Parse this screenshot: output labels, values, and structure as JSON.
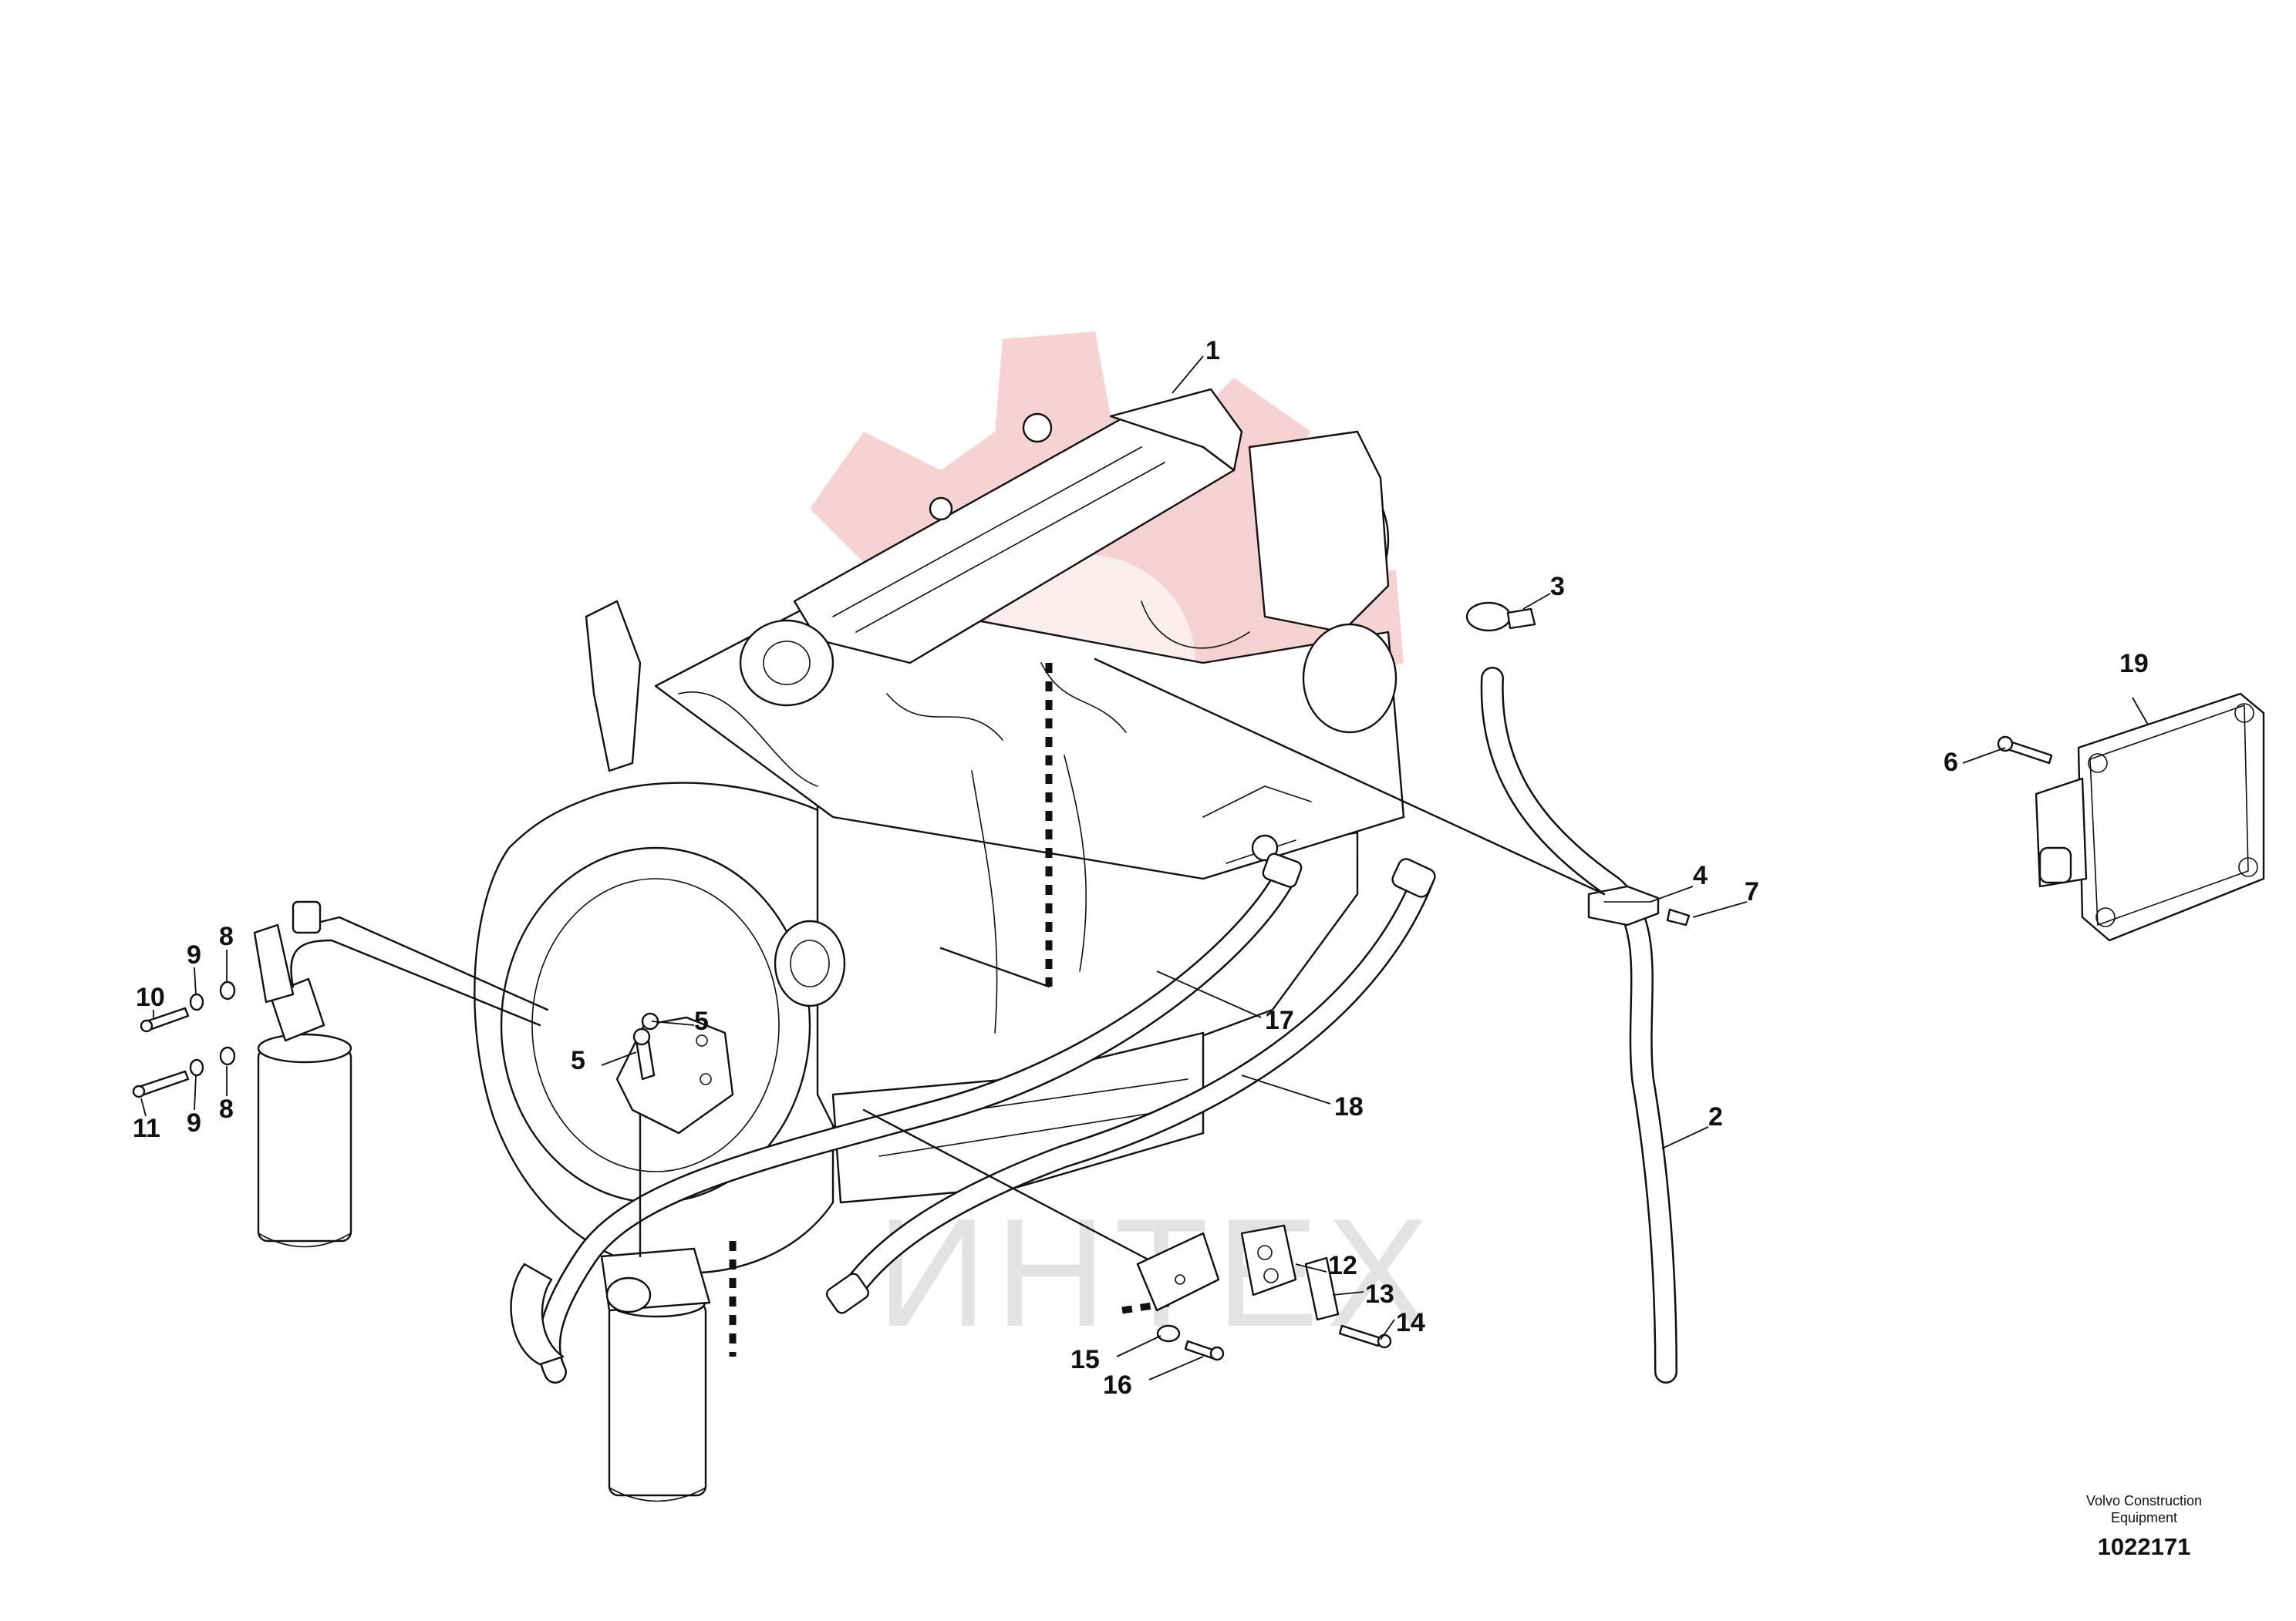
{
  "callouts": {
    "c1": "1",
    "c2": "2",
    "c3": "3",
    "c4": "4",
    "c5a": "5",
    "c5b": "5",
    "c6": "6",
    "c7": "7",
    "c8a": "8",
    "c8b": "8",
    "c9a": "9",
    "c9b": "9",
    "c10": "10",
    "c11": "11",
    "c12": "12",
    "c13": "13",
    "c14": "14",
    "c15": "15",
    "c16": "16",
    "c17": "17",
    "c18": "18",
    "c19": "19"
  },
  "caption": {
    "company_line1": "Volvo Construction",
    "company_line2": "Equipment",
    "document_number": "1022171"
  },
  "watermark_text": "ИНТЕХ",
  "colors": {
    "watermark_gear": "#f3c9c9",
    "watermark_text": "#e2e2e2",
    "line": "#111111"
  }
}
